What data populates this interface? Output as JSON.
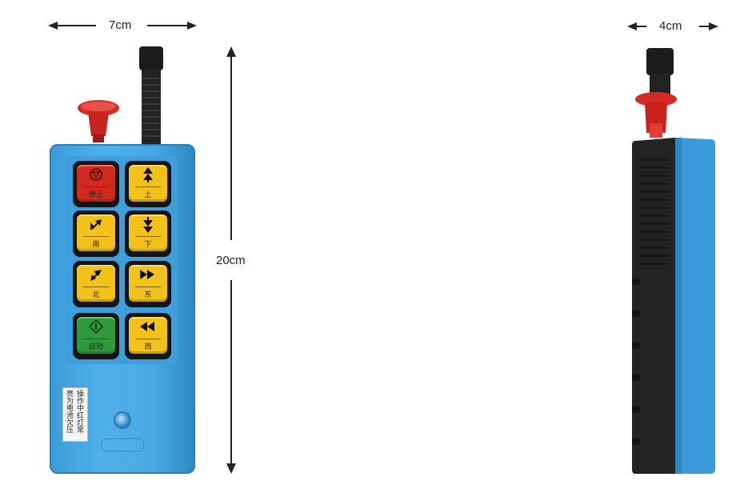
{
  "dimensions": {
    "width_label": "7cm",
    "height_label": "20cm",
    "depth_label": "4cm"
  },
  "buttons": [
    {
      "id": "stop",
      "label": "停止",
      "color": "#d12a1c",
      "icon": "down-triangle-circle-icon"
    },
    {
      "id": "up",
      "label": "上",
      "color": "#f2c21a",
      "icon": "double-up-arrow-icon"
    },
    {
      "id": "south",
      "label": "南",
      "color": "#f2c21a",
      "icon": "diagonal-arrow-icon"
    },
    {
      "id": "down",
      "label": "下",
      "color": "#f2c21a",
      "icon": "double-down-arrow-icon"
    },
    {
      "id": "north",
      "label": "北",
      "color": "#f2c21a",
      "icon": "diagonal-arrow-icon"
    },
    {
      "id": "east",
      "label": "东",
      "color": "#f2c21a",
      "icon": "double-right-arrow-icon"
    },
    {
      "id": "start",
      "label": "启动",
      "color": "#2f9a3a",
      "icon": "start-diamond-icon"
    },
    {
      "id": "west",
      "label": "西",
      "color": "#f2c21a",
      "icon": "double-left-arrow-icon"
    }
  ],
  "sticker": {
    "col1": "操作中红灯常",
    "col2": "亮为电池欠压"
  },
  "colors": {
    "body_blue": "#4aa9e4",
    "side_black": "#232323",
    "estop_red": "#d62a26",
    "antenna_black": "#1c1c1c"
  }
}
